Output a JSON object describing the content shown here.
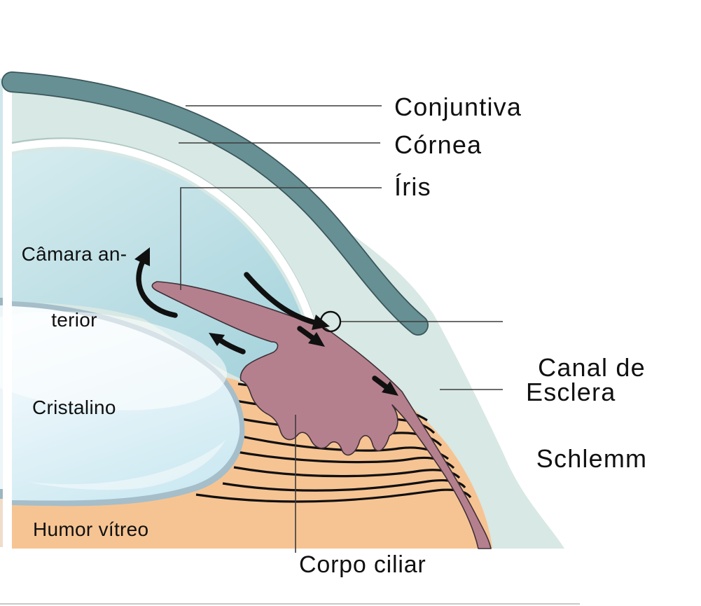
{
  "figure": {
    "type": "anatomical cross-section diagram",
    "subject": "anterior segment of the human eye (aqueous humor drainage angle)",
    "language": "Portuguese"
  },
  "labels": {
    "conjuntiva": "Conjuntiva",
    "cornea": "Córnea",
    "iris": "Íris",
    "canal_schlemm_line1": "Canal de",
    "canal_schlemm_line2": "Schlemm",
    "esclera": "Esclera",
    "camara_anterior_line1": "Câmara an-",
    "camara_anterior_line2": "terior",
    "cristalino": "Cristalino",
    "humor_vitreo": "Humor vítreo",
    "corpo_ciliar": "Corpo ciliar"
  },
  "colors": {
    "conjunctiva": "#669094",
    "conjunctiva-edge": "#3a565a",
    "sclera": "#d8e8e4",
    "chamber-light": "#d6ecef",
    "chamber-deep": "#a6d3dc",
    "lens-ring": "#a5bec9",
    "lens-light": "#f7fcfd",
    "lens-deep": "#cde9f2",
    "iris-ciliary": "#b5808e",
    "iris-edge": "#3f3037",
    "vitreous": "#f6c493",
    "ink": "#101010",
    "leader": "#3c3c3c",
    "hairline": "#aec7c2",
    "bottom-rule": "#c8c8c8"
  }
}
